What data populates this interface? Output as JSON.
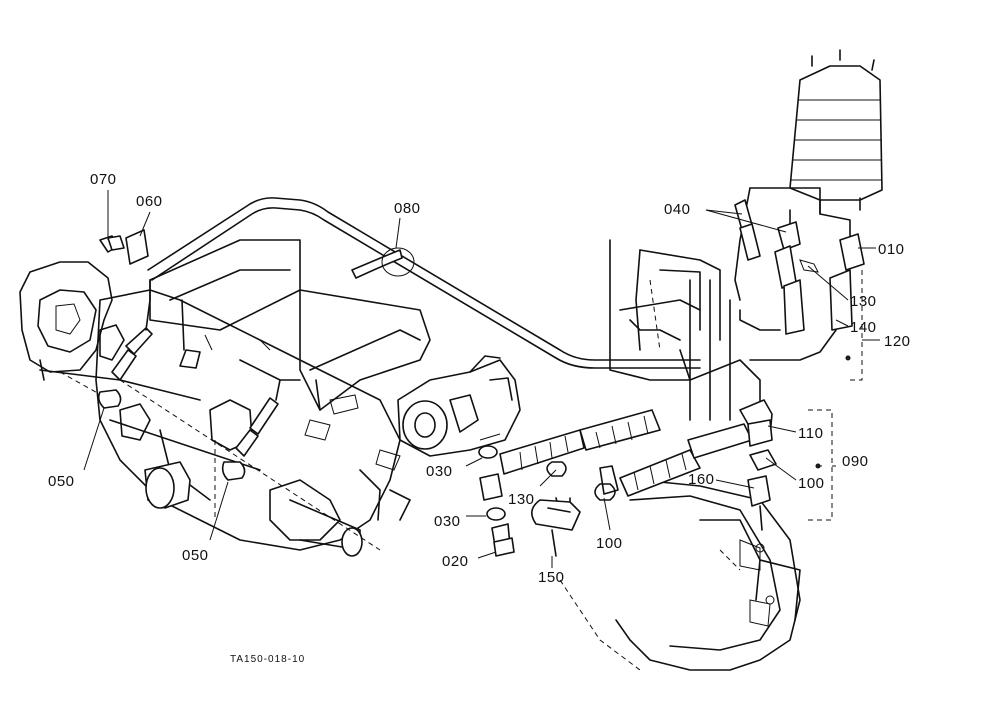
{
  "diagram_code": "TA150-018-10",
  "callouts": [
    {
      "id": "c070",
      "text": "070"
    },
    {
      "id": "c060",
      "text": "060"
    },
    {
      "id": "c080",
      "text": "080"
    },
    {
      "id": "c040",
      "text": "040"
    },
    {
      "id": "c010",
      "text": "010"
    },
    {
      "id": "c130a",
      "text": "130"
    },
    {
      "id": "c140",
      "text": "140"
    },
    {
      "id": "c120",
      "text": "120"
    },
    {
      "id": "c110",
      "text": "110"
    },
    {
      "id": "c090",
      "text": "090"
    },
    {
      "id": "c100a",
      "text": "100"
    },
    {
      "id": "c160",
      "text": "160"
    },
    {
      "id": "c130b",
      "text": "130"
    },
    {
      "id": "c100b",
      "text": "100"
    },
    {
      "id": "c150",
      "text": "150"
    },
    {
      "id": "c030a",
      "text": "030"
    },
    {
      "id": "c030b",
      "text": "030"
    },
    {
      "id": "c020",
      "text": "020"
    },
    {
      "id": "c050a",
      "text": "050"
    },
    {
      "id": "c050b",
      "text": "050"
    }
  ]
}
